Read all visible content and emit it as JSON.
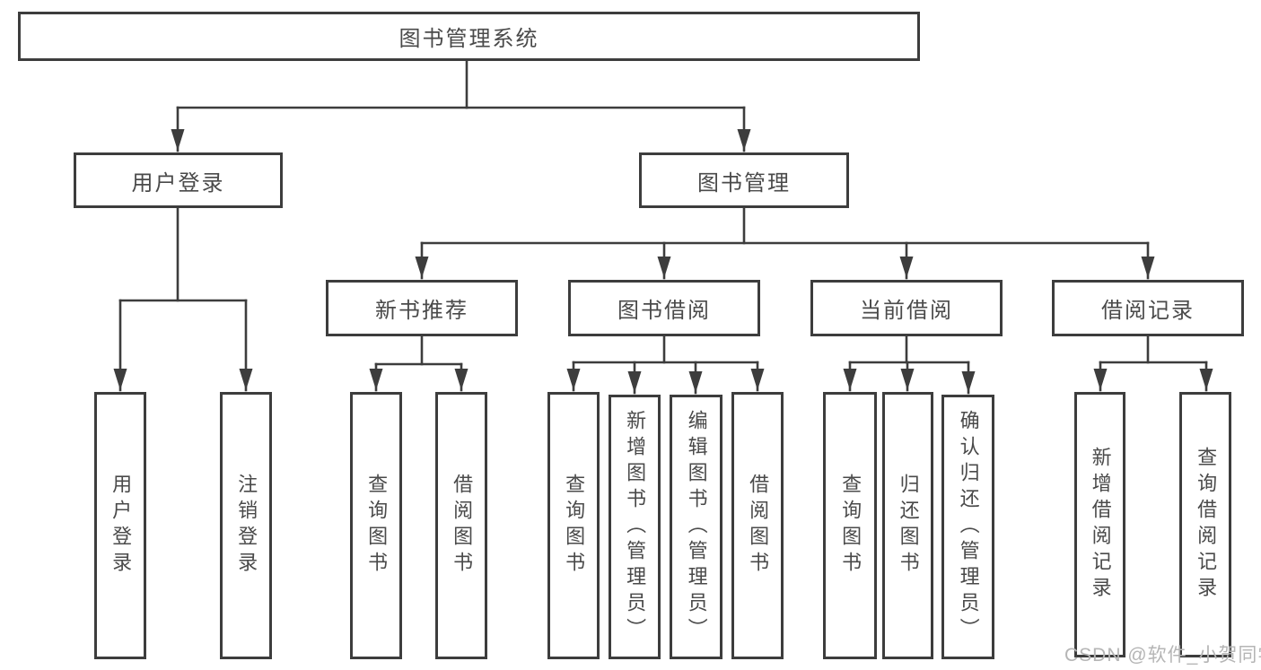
{
  "diagram": {
    "root": "图书管理系统",
    "level2": {
      "user_login": "用户登录",
      "book_management": "图书管理"
    },
    "level3": {
      "new_book_recommend": "新书推荐",
      "book_borrow": "图书借阅",
      "current_borrow": "当前借阅",
      "borrow_record": "借阅记录"
    },
    "leaves": {
      "user_login": [
        "用户登录",
        "注销登录"
      ],
      "new_book_recommend": [
        "查询图书",
        "借阅图书"
      ],
      "book_borrow": [
        "查询图书",
        "新增图书（管理员）",
        "编辑图书（管理员）",
        "借阅图书"
      ],
      "current_borrow": [
        "查询图书",
        "归还图书",
        "确认归还（管理员）"
      ],
      "borrow_record": [
        "新增借阅记录",
        "查询借阅记录"
      ]
    }
  },
  "watermark": "CSDN @软件_小贺同学",
  "colors": {
    "line": "#3d3d3d",
    "border": "#3d3d3d",
    "text": "#4a4a4a",
    "background": "#ffffff",
    "watermark": "#b5b5b5"
  }
}
